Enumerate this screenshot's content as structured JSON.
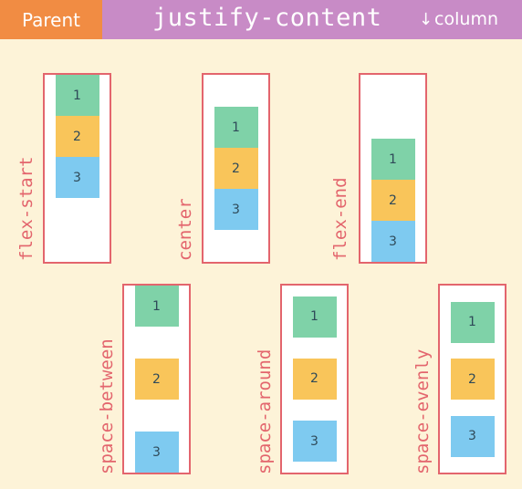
{
  "header": {
    "badge": "Parent",
    "title": "justify-content",
    "direction_arrow": "↓",
    "direction": "column"
  },
  "panels": [
    {
      "label": "flex-start",
      "justify": "flex-start",
      "items": [
        "1",
        "2",
        "3"
      ]
    },
    {
      "label": "center",
      "justify": "center",
      "items": [
        "1",
        "2",
        "3"
      ]
    },
    {
      "label": "flex-end",
      "justify": "flex-end",
      "items": [
        "1",
        "2",
        "3"
      ]
    },
    {
      "label": "space-between",
      "justify": "space-between",
      "items": [
        "1",
        "2",
        "3"
      ]
    },
    {
      "label": "space-around",
      "justify": "space-around",
      "items": [
        "1",
        "2",
        "3"
      ]
    },
    {
      "label": "space-evenly",
      "justify": "space-evenly",
      "items": [
        "1",
        "2",
        "3"
      ]
    }
  ],
  "colors": {
    "item_1": "#7fd2a8",
    "item_2": "#f9c55a",
    "item_3": "#7ecaf0",
    "border": "#e3656d",
    "badge": "#f18c43",
    "title_band": "#c88bc6"
  }
}
